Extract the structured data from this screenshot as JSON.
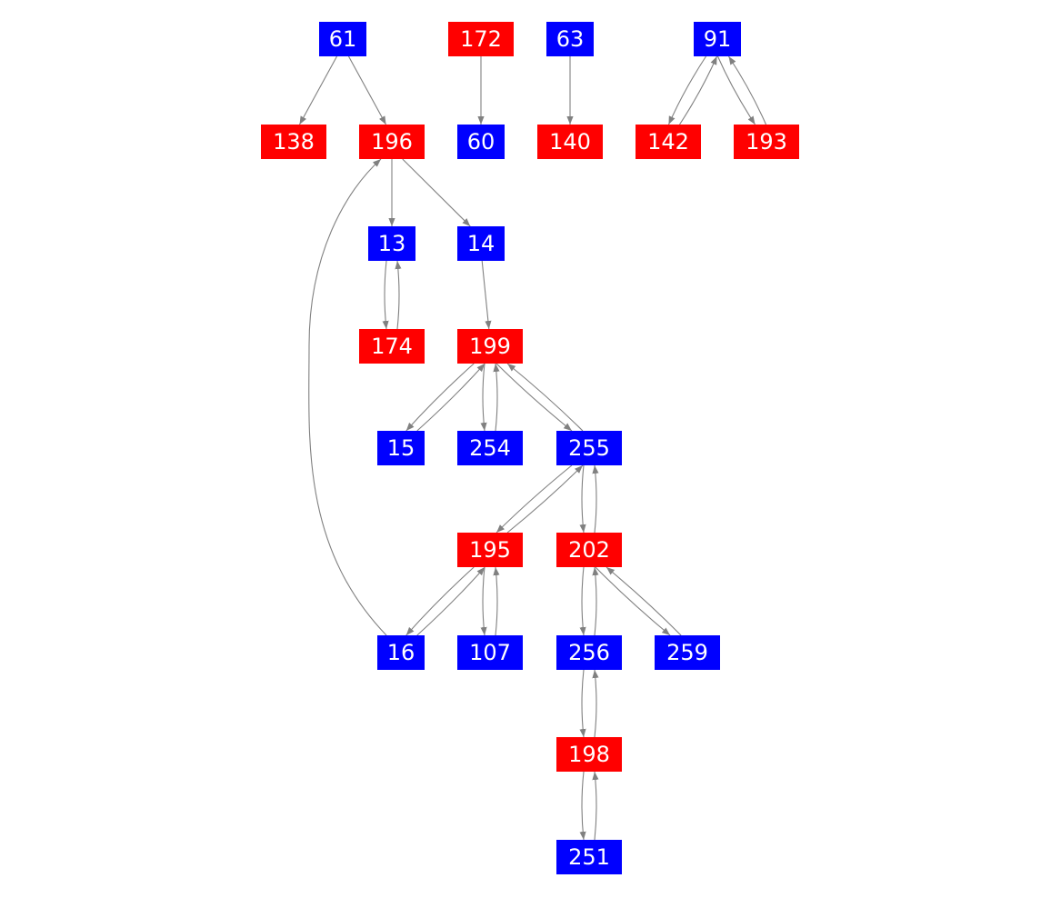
{
  "colors": {
    "red": "#ff0000",
    "blue": "#0000ff",
    "edge": "#808080"
  },
  "nodes": [
    {
      "id": "61",
      "color": "blue"
    },
    {
      "id": "172",
      "color": "red"
    },
    {
      "id": "63",
      "color": "blue"
    },
    {
      "id": "91",
      "color": "blue"
    },
    {
      "id": "138",
      "color": "red"
    },
    {
      "id": "196",
      "color": "red"
    },
    {
      "id": "60",
      "color": "blue"
    },
    {
      "id": "140",
      "color": "red"
    },
    {
      "id": "142",
      "color": "red"
    },
    {
      "id": "193",
      "color": "red"
    },
    {
      "id": "13",
      "color": "blue"
    },
    {
      "id": "14",
      "color": "blue"
    },
    {
      "id": "174",
      "color": "red"
    },
    {
      "id": "199",
      "color": "red"
    },
    {
      "id": "15",
      "color": "blue"
    },
    {
      "id": "254",
      "color": "blue"
    },
    {
      "id": "255",
      "color": "blue"
    },
    {
      "id": "195",
      "color": "red"
    },
    {
      "id": "202",
      "color": "red"
    },
    {
      "id": "16",
      "color": "blue"
    },
    {
      "id": "107",
      "color": "blue"
    },
    {
      "id": "256",
      "color": "blue"
    },
    {
      "id": "259",
      "color": "blue"
    },
    {
      "id": "198",
      "color": "red"
    },
    {
      "id": "251",
      "color": "blue"
    }
  ],
  "edges": [
    [
      "61",
      "138"
    ],
    [
      "61",
      "196"
    ],
    [
      "172",
      "60"
    ],
    [
      "63",
      "140"
    ],
    [
      "91",
      "142"
    ],
    [
      "142",
      "91"
    ],
    [
      "91",
      "193"
    ],
    [
      "193",
      "91"
    ],
    [
      "196",
      "13"
    ],
    [
      "196",
      "14"
    ],
    [
      "13",
      "174"
    ],
    [
      "174",
      "13"
    ],
    [
      "14",
      "199"
    ],
    [
      "199",
      "15"
    ],
    [
      "15",
      "199"
    ],
    [
      "199",
      "254"
    ],
    [
      "254",
      "199"
    ],
    [
      "199",
      "255"
    ],
    [
      "255",
      "199"
    ],
    [
      "255",
      "195"
    ],
    [
      "195",
      "255"
    ],
    [
      "255",
      "202"
    ],
    [
      "202",
      "255"
    ],
    [
      "195",
      "16"
    ],
    [
      "16",
      "195"
    ],
    [
      "195",
      "107"
    ],
    [
      "107",
      "195"
    ],
    [
      "16",
      "196"
    ],
    [
      "202",
      "256"
    ],
    [
      "256",
      "202"
    ],
    [
      "202",
      "259"
    ],
    [
      "259",
      "202"
    ],
    [
      "256",
      "198"
    ],
    [
      "198",
      "256"
    ],
    [
      "198",
      "251"
    ],
    [
      "251",
      "198"
    ]
  ]
}
